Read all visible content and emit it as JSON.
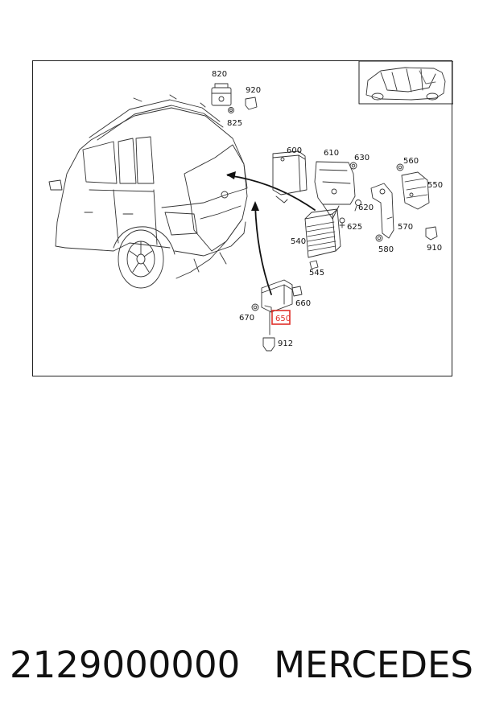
{
  "parts": {
    "p820": "820",
    "p920": "920",
    "p825": "825",
    "p600": "600",
    "p610": "610",
    "p630": "630",
    "p560": "560",
    "p550": "550",
    "p620": "620",
    "p625": "625",
    "p540": "540",
    "p545": "545",
    "p570": "570",
    "p580": "580",
    "p910": "910",
    "p660": "660",
    "p670": "670",
    "p650": "650",
    "p912": "912"
  },
  "highlight": {
    "part": "650",
    "color": "#e0302a"
  },
  "footer": {
    "part_number": "2129000000",
    "brand": "MERCEDES"
  }
}
